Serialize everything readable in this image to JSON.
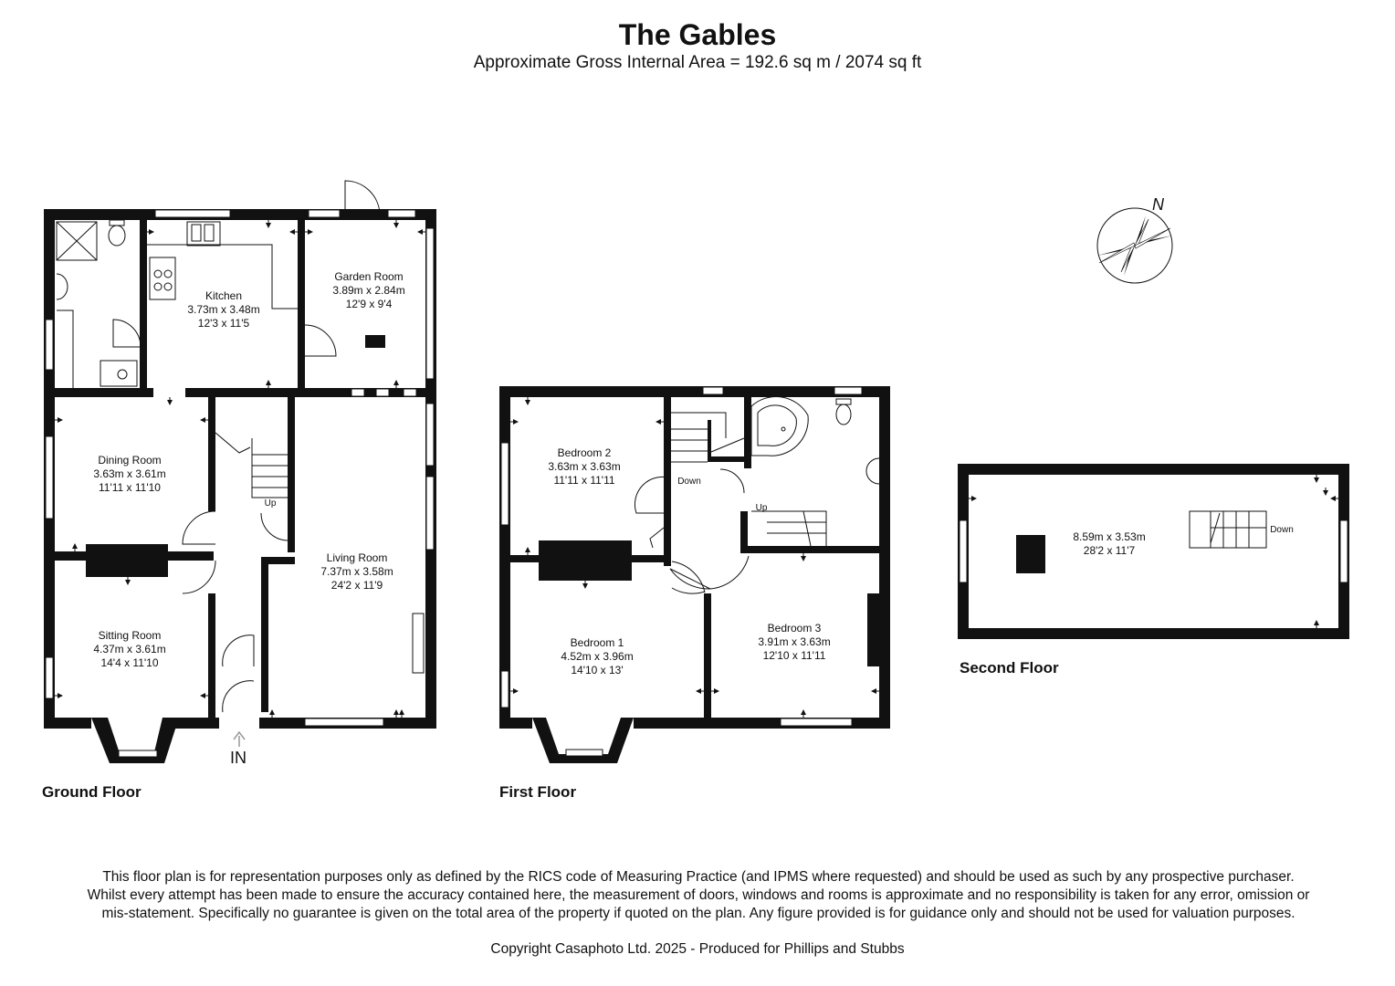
{
  "header": {
    "title": "The Gables",
    "subtitle": "Approximate Gross Internal Area = 192.6 sq m / 2074 sq ft"
  },
  "compass": {
    "label": "N"
  },
  "entrance_label": "IN",
  "floors": {
    "ground": {
      "label": "Ground Floor",
      "stair_label": "Up",
      "rooms": {
        "kitchen": {
          "name": "Kitchen",
          "metric": "3.73m x 3.48m",
          "imperial": "12'3 x 11'5"
        },
        "garden_room": {
          "name": "Garden Room",
          "metric": "3.89m x 2.84m",
          "imperial": "12'9 x 9'4"
        },
        "dining_room": {
          "name": "Dining Room",
          "metric": "3.63m x 3.61m",
          "imperial": "11'11 x 11'10"
        },
        "living_room": {
          "name": "Living Room",
          "metric": "7.37m x 3.58m",
          "imperial": "24'2 x 11'9"
        },
        "sitting_room": {
          "name": "Sitting Room",
          "metric": "4.37m x 3.61m",
          "imperial": "14'4 x 11'10"
        }
      }
    },
    "first": {
      "label": "First Floor",
      "stair_down_label": "Down",
      "stair_up_label": "Up",
      "rooms": {
        "bedroom_2": {
          "name": "Bedroom 2",
          "metric": "3.63m x 3.63m",
          "imperial": "11'11 x 11'11"
        },
        "bedroom_1": {
          "name": "Bedroom 1",
          "metric": "4.52m x 3.96m",
          "imperial": "14'10 x 13'"
        },
        "bedroom_3": {
          "name": "Bedroom 3",
          "metric": "3.91m x 3.63m",
          "imperial": "12'10 x 11'11"
        }
      }
    },
    "second": {
      "label": "Second Floor",
      "stair_label": "Down",
      "room": {
        "metric": "8.59m x 3.53m",
        "imperial": "28'2 x 11'7"
      }
    }
  },
  "footer": {
    "disclaimer": "This floor plan is for representation purposes only as defined by the RICS code of Measuring Practice (and IPMS where requested) and should be used as such by any prospective purchaser. Whilst every attempt has been made to ensure the accuracy contained here, the measurement of doors, windows and rooms is approximate and no responsibility is taken for any error, omission or mis-statement. Specifically no guarantee is given on the total area of the property if quoted on the plan. Any figure provided is for guidance only and should not be used for valuation purposes.",
    "copyright": "Copyright Casaphoto Ltd. 2025 - Produced for Phillips and Stubbs"
  }
}
